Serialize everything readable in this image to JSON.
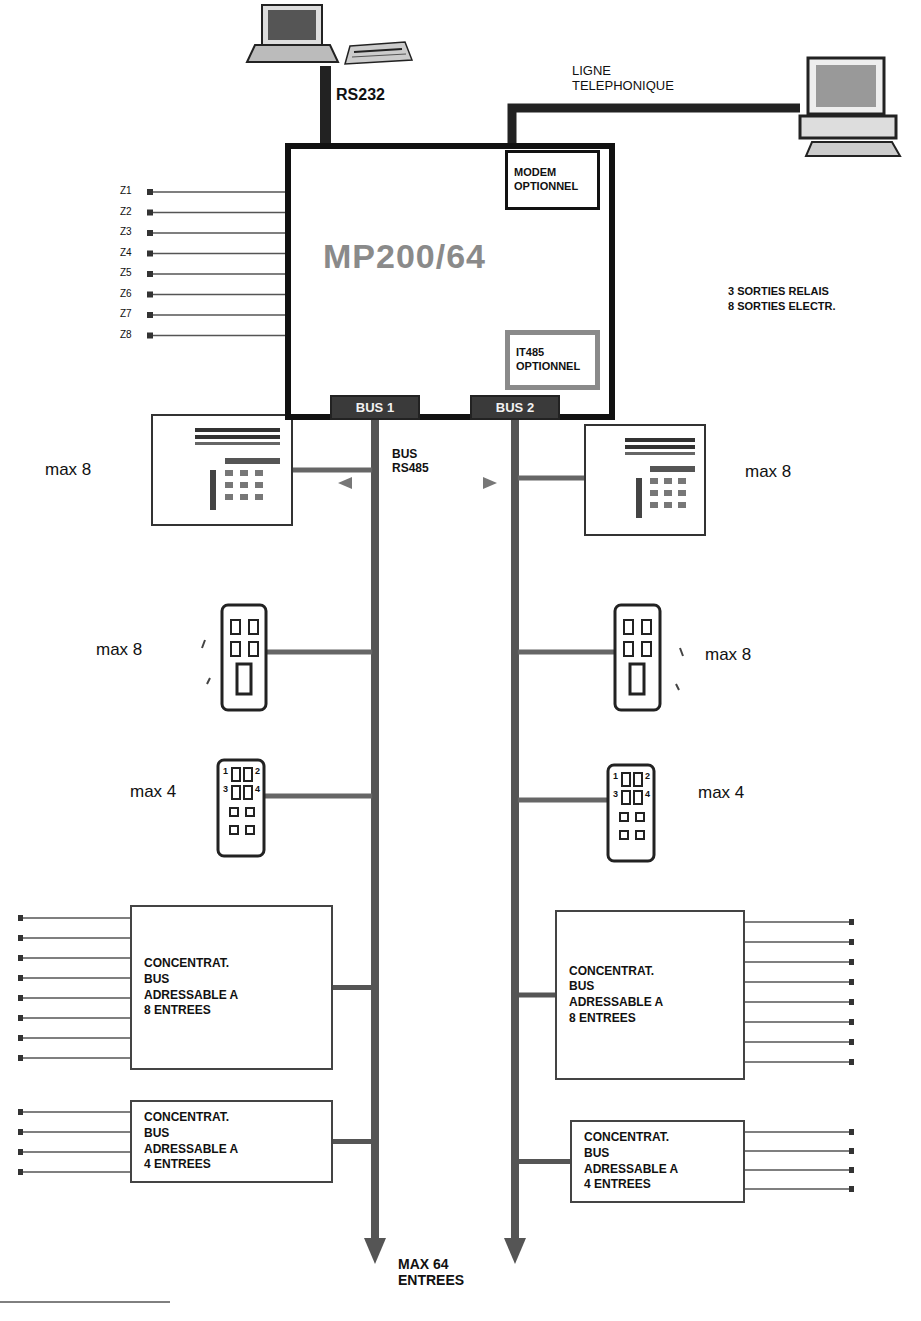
{
  "diagram": {
    "nodes": [
      {
        "text": [
          "MP200/64"
        ]
      },
      {
        "text": [
          "MODEM OPTIONNEL"
        ],
        "in": 0
      },
      {
        "text": [
          "IT485 OPTIONNEL"
        ],
        "in": 0
      },
      {
        "text": [
          "BUS 1"
        ],
        "in": 0
      },
      {
        "text": [
          "BUS 2"
        ],
        "in": 0
      },
      {
        "text": [
          "CONCENTRAT. BUS ADRESSABLE A 8 ENTREES"
        ]
      },
      {
        "text": [
          "CONCENTRAT. BUS ADRESSABLE A 4 ENTREES"
        ]
      },
      {
        "text": [
          "CONCENTRAT. BUS ADRESSABLE A 8 ENTREES"
        ]
      },
      {
        "text": [
          "CONCENTRAT. BUS ADRESSABLE A 4 ENTREES"
        ]
      }
    ],
    "edges": [
      {
        "from": 3,
        "to": 5,
        "arrow": "none"
      },
      {
        "from": 3,
        "to": 6,
        "arrow": "none"
      },
      {
        "from": 4,
        "to": 7,
        "arrow": "none"
      },
      {
        "from": 4,
        "to": 8,
        "arrow": "none"
      }
    ],
    "labels": [
      "RS232",
      "LIGNE TELEPHONIQUE",
      "Z1",
      "Z2",
      "Z3",
      "Z4",
      "Z5",
      "Z6",
      "Z7",
      "Z8",
      "3 SORTIES RELAIS",
      "8 SORTIES ELECTR.",
      "BUS RS485",
      "max 8",
      "max 8",
      "max 8",
      "max 8",
      "max 4",
      "max 4",
      "1",
      "2",
      "3",
      "4",
      "1",
      "2",
      "3",
      "4",
      "MAX 64 ENTREES"
    ]
  }
}
